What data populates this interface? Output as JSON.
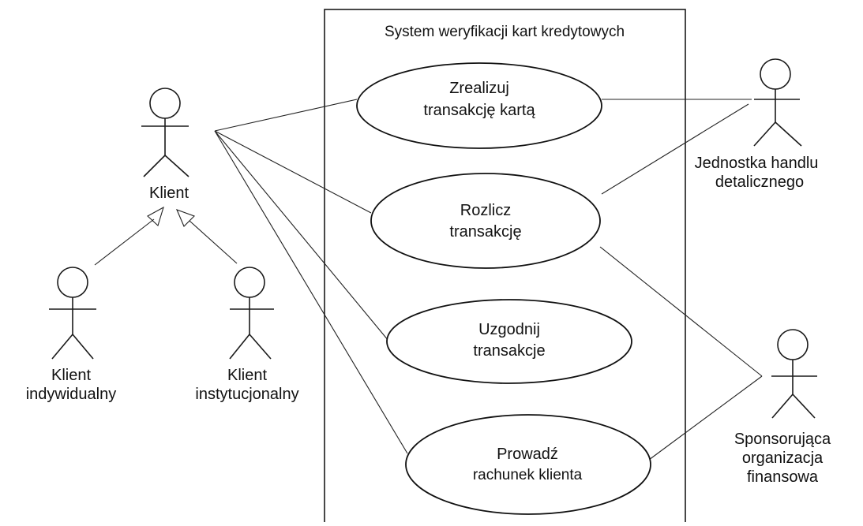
{
  "system": {
    "title": "System weryfikacji kart kredytowych"
  },
  "use_cases": [
    {
      "id": "uc1",
      "lines": [
        "Zrealizuj",
        "transakcję kartą"
      ]
    },
    {
      "id": "uc2",
      "lines": [
        "Rozlicz",
        "transakcję"
      ]
    },
    {
      "id": "uc3",
      "lines": [
        "Uzgodnij",
        "transakcje"
      ]
    },
    {
      "id": "uc4",
      "lines": [
        "Prowadź",
        "rachunek klienta"
      ]
    }
  ],
  "actors": [
    {
      "id": "klient",
      "lines": [
        "Klient"
      ]
    },
    {
      "id": "indywidualny",
      "lines": [
        "Klient",
        "indywidualny"
      ]
    },
    {
      "id": "instytucjonalny",
      "lines": [
        "Klient",
        "instytucjonalny"
      ]
    },
    {
      "id": "handel",
      "lines": [
        "Jednostka handlu",
        "detalicznego"
      ]
    },
    {
      "id": "sponsor",
      "lines": [
        "Sponsorująca",
        "organizacja",
        "finansowa"
      ]
    }
  ]
}
